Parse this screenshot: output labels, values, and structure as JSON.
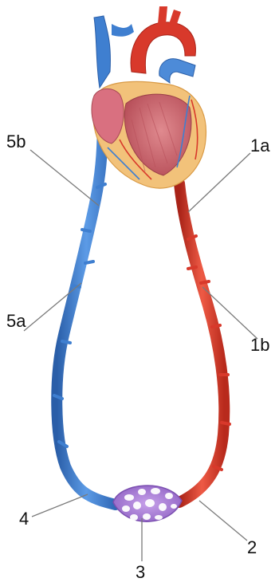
{
  "labels": {
    "l5b": "5b",
    "l1a": "1a",
    "l5a": "5a",
    "l1b": "1b",
    "l4": "4",
    "l2": "2",
    "l3": "3"
  },
  "colors": {
    "vein_blue": "#3f7fd0",
    "vein_blue_dark": "#2a5ea8",
    "artery_red": "#d8392b",
    "artery_red_dark": "#a92318",
    "capillary_purple": "#a97ed4",
    "heart_muscle": "#cf6a72",
    "heart_fat": "#f2c27a",
    "leader_gray": "#7a7a7a"
  }
}
